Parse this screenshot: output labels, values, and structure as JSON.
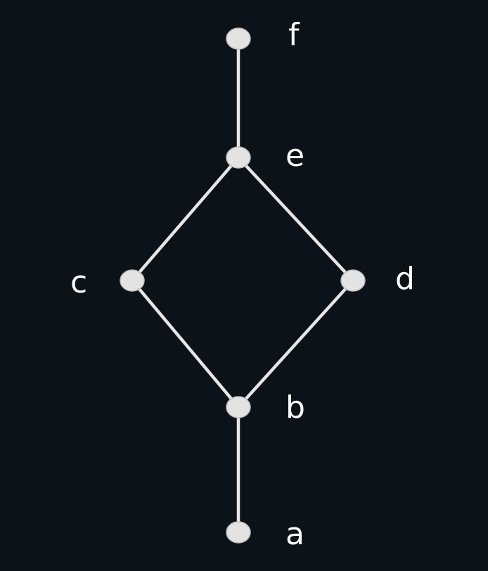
{
  "diagram": {
    "type": "hasse-diagram",
    "colors": {
      "background": "#0b1218",
      "edge": "#e6e6e6",
      "node": "#e3e3e3",
      "label": "#ffffff"
    },
    "nodes": [
      {
        "id": "f",
        "label": "f"
      },
      {
        "id": "e",
        "label": "e"
      },
      {
        "id": "c",
        "label": "c"
      },
      {
        "id": "d",
        "label": "d"
      },
      {
        "id": "b",
        "label": "b"
      },
      {
        "id": "a",
        "label": "a"
      }
    ],
    "edges": [
      {
        "from": "f",
        "to": "e"
      },
      {
        "from": "e",
        "to": "c"
      },
      {
        "from": "e",
        "to": "d"
      },
      {
        "from": "c",
        "to": "b"
      },
      {
        "from": "d",
        "to": "b"
      },
      {
        "from": "b",
        "to": "a"
      }
    ]
  }
}
